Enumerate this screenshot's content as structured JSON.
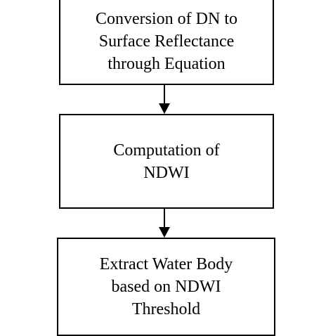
{
  "flowchart": {
    "steps": [
      {
        "label": "Conversion of DN to\nSurface Reflectance\nthrough Equation"
      },
      {
        "label": "Computation of\nNDWI"
      },
      {
        "label": "Extract Water Body\nbased on NDWI\nThreshold"
      }
    ]
  },
  "colors": {
    "stroke": "#000000",
    "background": "#ffffff"
  }
}
